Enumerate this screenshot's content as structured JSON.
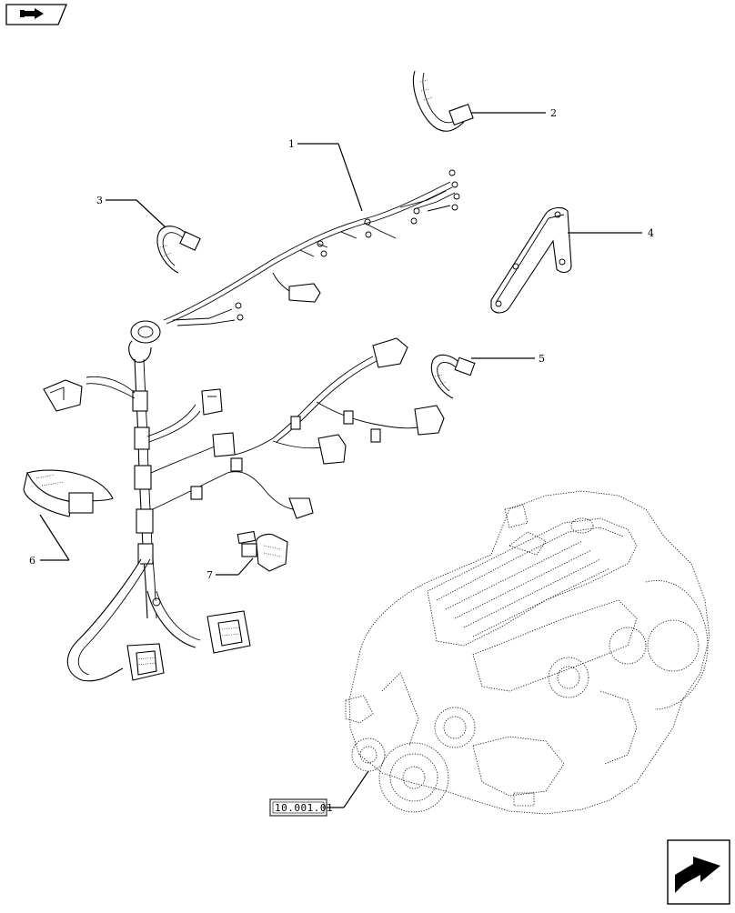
{
  "diagram": {
    "type": "exploded-parts-view",
    "callouts": [
      {
        "num": "1",
        "part": "wiring-harness"
      },
      {
        "num": "2",
        "part": "cable-tie-clip"
      },
      {
        "num": "3",
        "part": "cable-tie-clip"
      },
      {
        "num": "4",
        "part": "mounting-bracket"
      },
      {
        "num": "5",
        "part": "cable-tie-clip"
      },
      {
        "num": "6",
        "part": "cable-tie-strap"
      },
      {
        "num": "7",
        "part": "sensor"
      }
    ],
    "reference_label": "10.001.01"
  },
  "icons": {
    "top_left": "book-arrow-icon",
    "bottom_right": "next-page-arrow-icon"
  }
}
